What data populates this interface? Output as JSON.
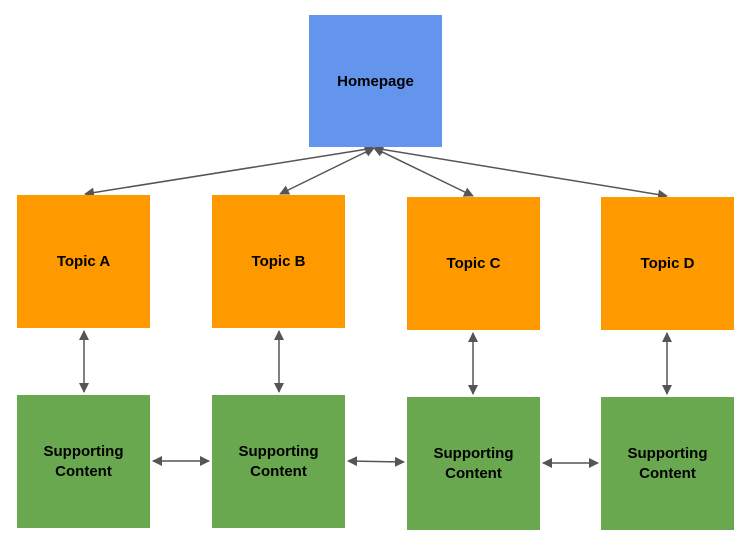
{
  "homepage": {
    "label": "Homepage"
  },
  "topics": [
    {
      "label": "Topic A"
    },
    {
      "label": "Topic B"
    },
    {
      "label": "Topic C"
    },
    {
      "label": "Topic D"
    }
  ],
  "supporting": [
    {
      "label": "Supporting Content"
    },
    {
      "label": "Supporting Content"
    },
    {
      "label": "Supporting Content"
    },
    {
      "label": "Supporting Content"
    }
  ],
  "colors": {
    "homepage": "#6495ed",
    "topic": "#ff9900",
    "supporting": "#6aa84f",
    "arrow": "#555555"
  }
}
